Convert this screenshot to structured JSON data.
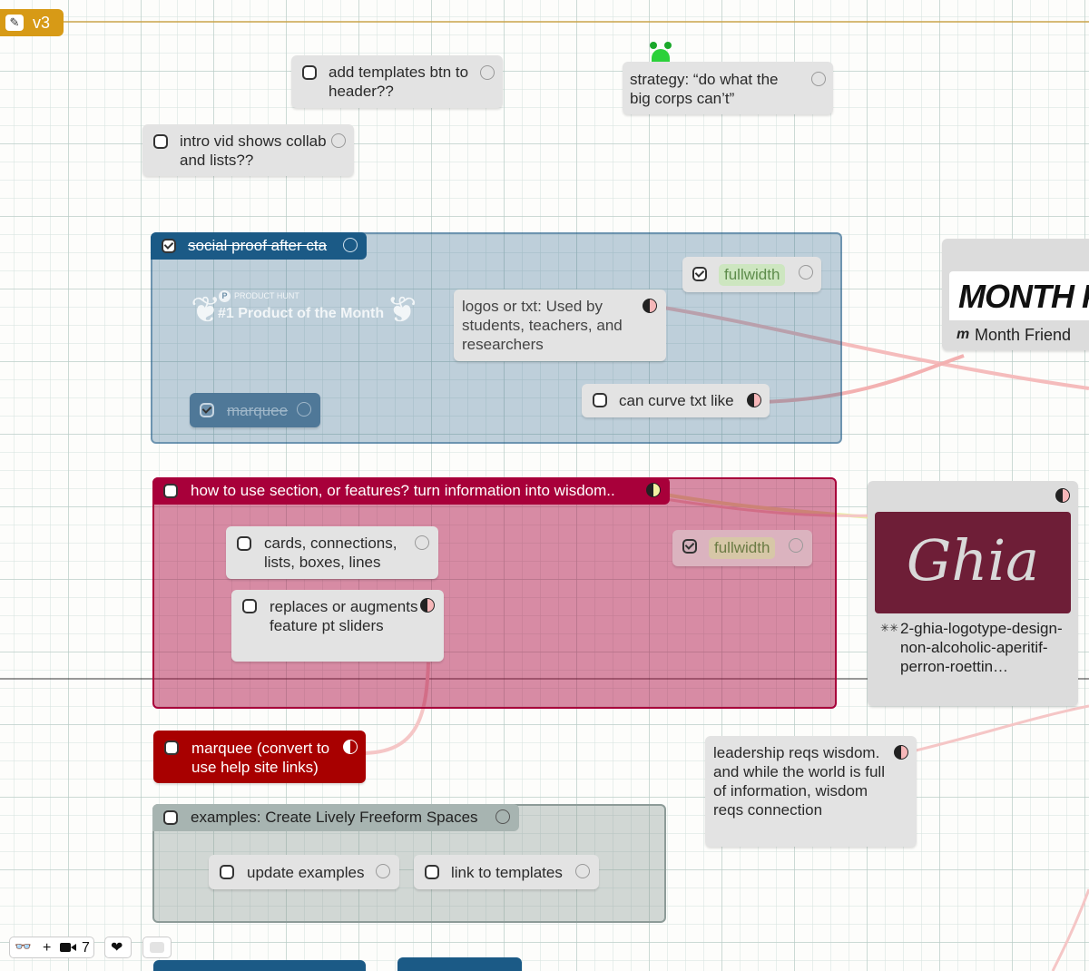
{
  "space": {
    "label": "v3",
    "accent": "#d79a16"
  },
  "cards": {
    "add_templates": "add templates btn to header??",
    "strategy": "strategy: “do what the big corps can’t”",
    "intro_vid": "intro vid shows collab and lists??",
    "logos_txt": "logos or txt: Used by students, teachers, and researchers",
    "can_curve": "can curve txt like",
    "fullwidth_1": "fullwidth",
    "marquee_done": "marquee",
    "cards_connections": "cards, connections, lists, boxes, lines",
    "replaces": "replaces or augments feature pt sliders",
    "fullwidth_2": "fullwidth",
    "marquee_convert": "marquee (convert to use help site links)",
    "leadership": "leadership reqs wisdom. and while the world is full of information, wisdom reqs connection",
    "update_examples": "update examples",
    "link_templates": "link to templates"
  },
  "boxes": {
    "social_proof": {
      "title": "social proof after cta",
      "color": "#1b5a86"
    },
    "how_to_use": {
      "title": "how to use section, or features? turn information into wisdom..",
      "color": "#a8003a"
    },
    "examples": {
      "title": "examples: Create Lively Freeform Spaces",
      "color": "#7f8f8c"
    }
  },
  "product_hunt": {
    "kicker": "PRODUCT HUNT",
    "badge": "#1 Product of the Month"
  },
  "month_friend": {
    "logo": "MONTH FRI",
    "caption": "Month Friend",
    "icon_glyph": "m"
  },
  "ghia": {
    "logo": "Ghia",
    "caption": "2-ghia-logotype-design-non-alcoholic-aperitif-perron-roettin…",
    "bg": "#6e1e37"
  },
  "footer": {
    "plus": "+",
    "video_count": "7"
  }
}
